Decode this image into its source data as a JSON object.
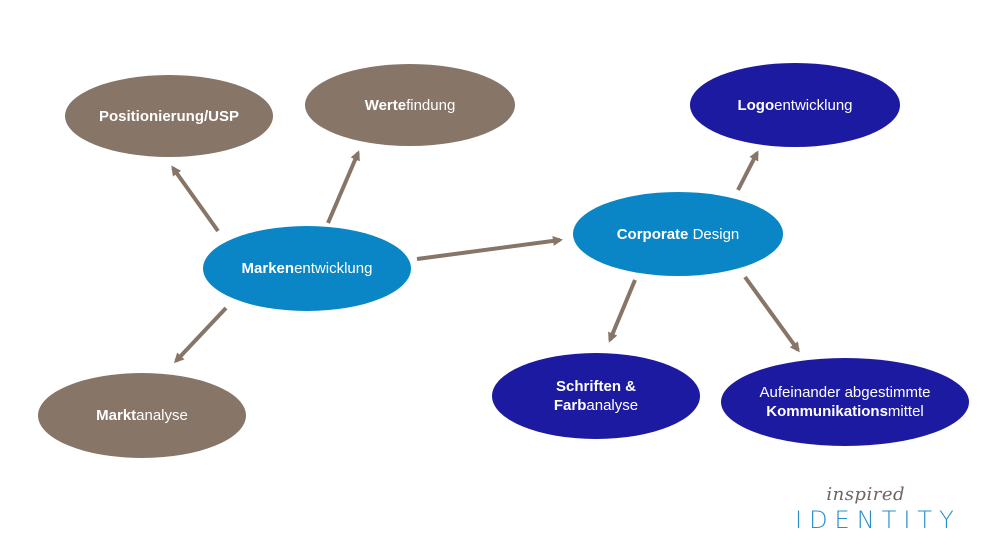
{
  "diagram": {
    "colors": {
      "brown": "#877568",
      "cyan": "#0a86c6",
      "navy": "#1c1aa0",
      "arrow": "#877568",
      "text": "#ffffff"
    },
    "nodes": {
      "positionierung": {
        "bold": "Positionierung/USP",
        "regular": ""
      },
      "wertefindung": {
        "bold": "Werte",
        "regular": "findung"
      },
      "markenentwicklung": {
        "bold": "Marken",
        "regular": "entwicklung"
      },
      "marktanalyse": {
        "bold": "Markt",
        "regular": "analyse"
      },
      "corporate_design": {
        "bold": "Corporate",
        "regular": " Design"
      },
      "logoentwicklung": {
        "bold": "Logo",
        "regular": "entwicklung"
      },
      "schriften": {
        "line1_bold": "Schriften &",
        "line2_bold": "Farb",
        "line2_regular": "analyse"
      },
      "kommunikation": {
        "line1_regular": "Aufeinander abgestimmte",
        "line2_bold": "Kommunikations",
        "line2_regular": "mittel"
      }
    },
    "edges": [
      {
        "from": "Markenentwicklung",
        "to": "Positionierung/USP"
      },
      {
        "from": "Markenentwicklung",
        "to": "Wertefindung"
      },
      {
        "from": "Markenentwicklung",
        "to": "Marktanalyse"
      },
      {
        "from": "Markenentwicklung",
        "to": "Corporate Design"
      },
      {
        "from": "Corporate Design",
        "to": "Logoentwicklung"
      },
      {
        "from": "Corporate Design",
        "to": "Schriften & Farbanalyse"
      },
      {
        "from": "Corporate Design",
        "to": "Aufeinander abgestimmte Kommunikationsmittel"
      }
    ]
  },
  "brand": {
    "script_text": "inspired",
    "word_text": "IDENTITY"
  }
}
